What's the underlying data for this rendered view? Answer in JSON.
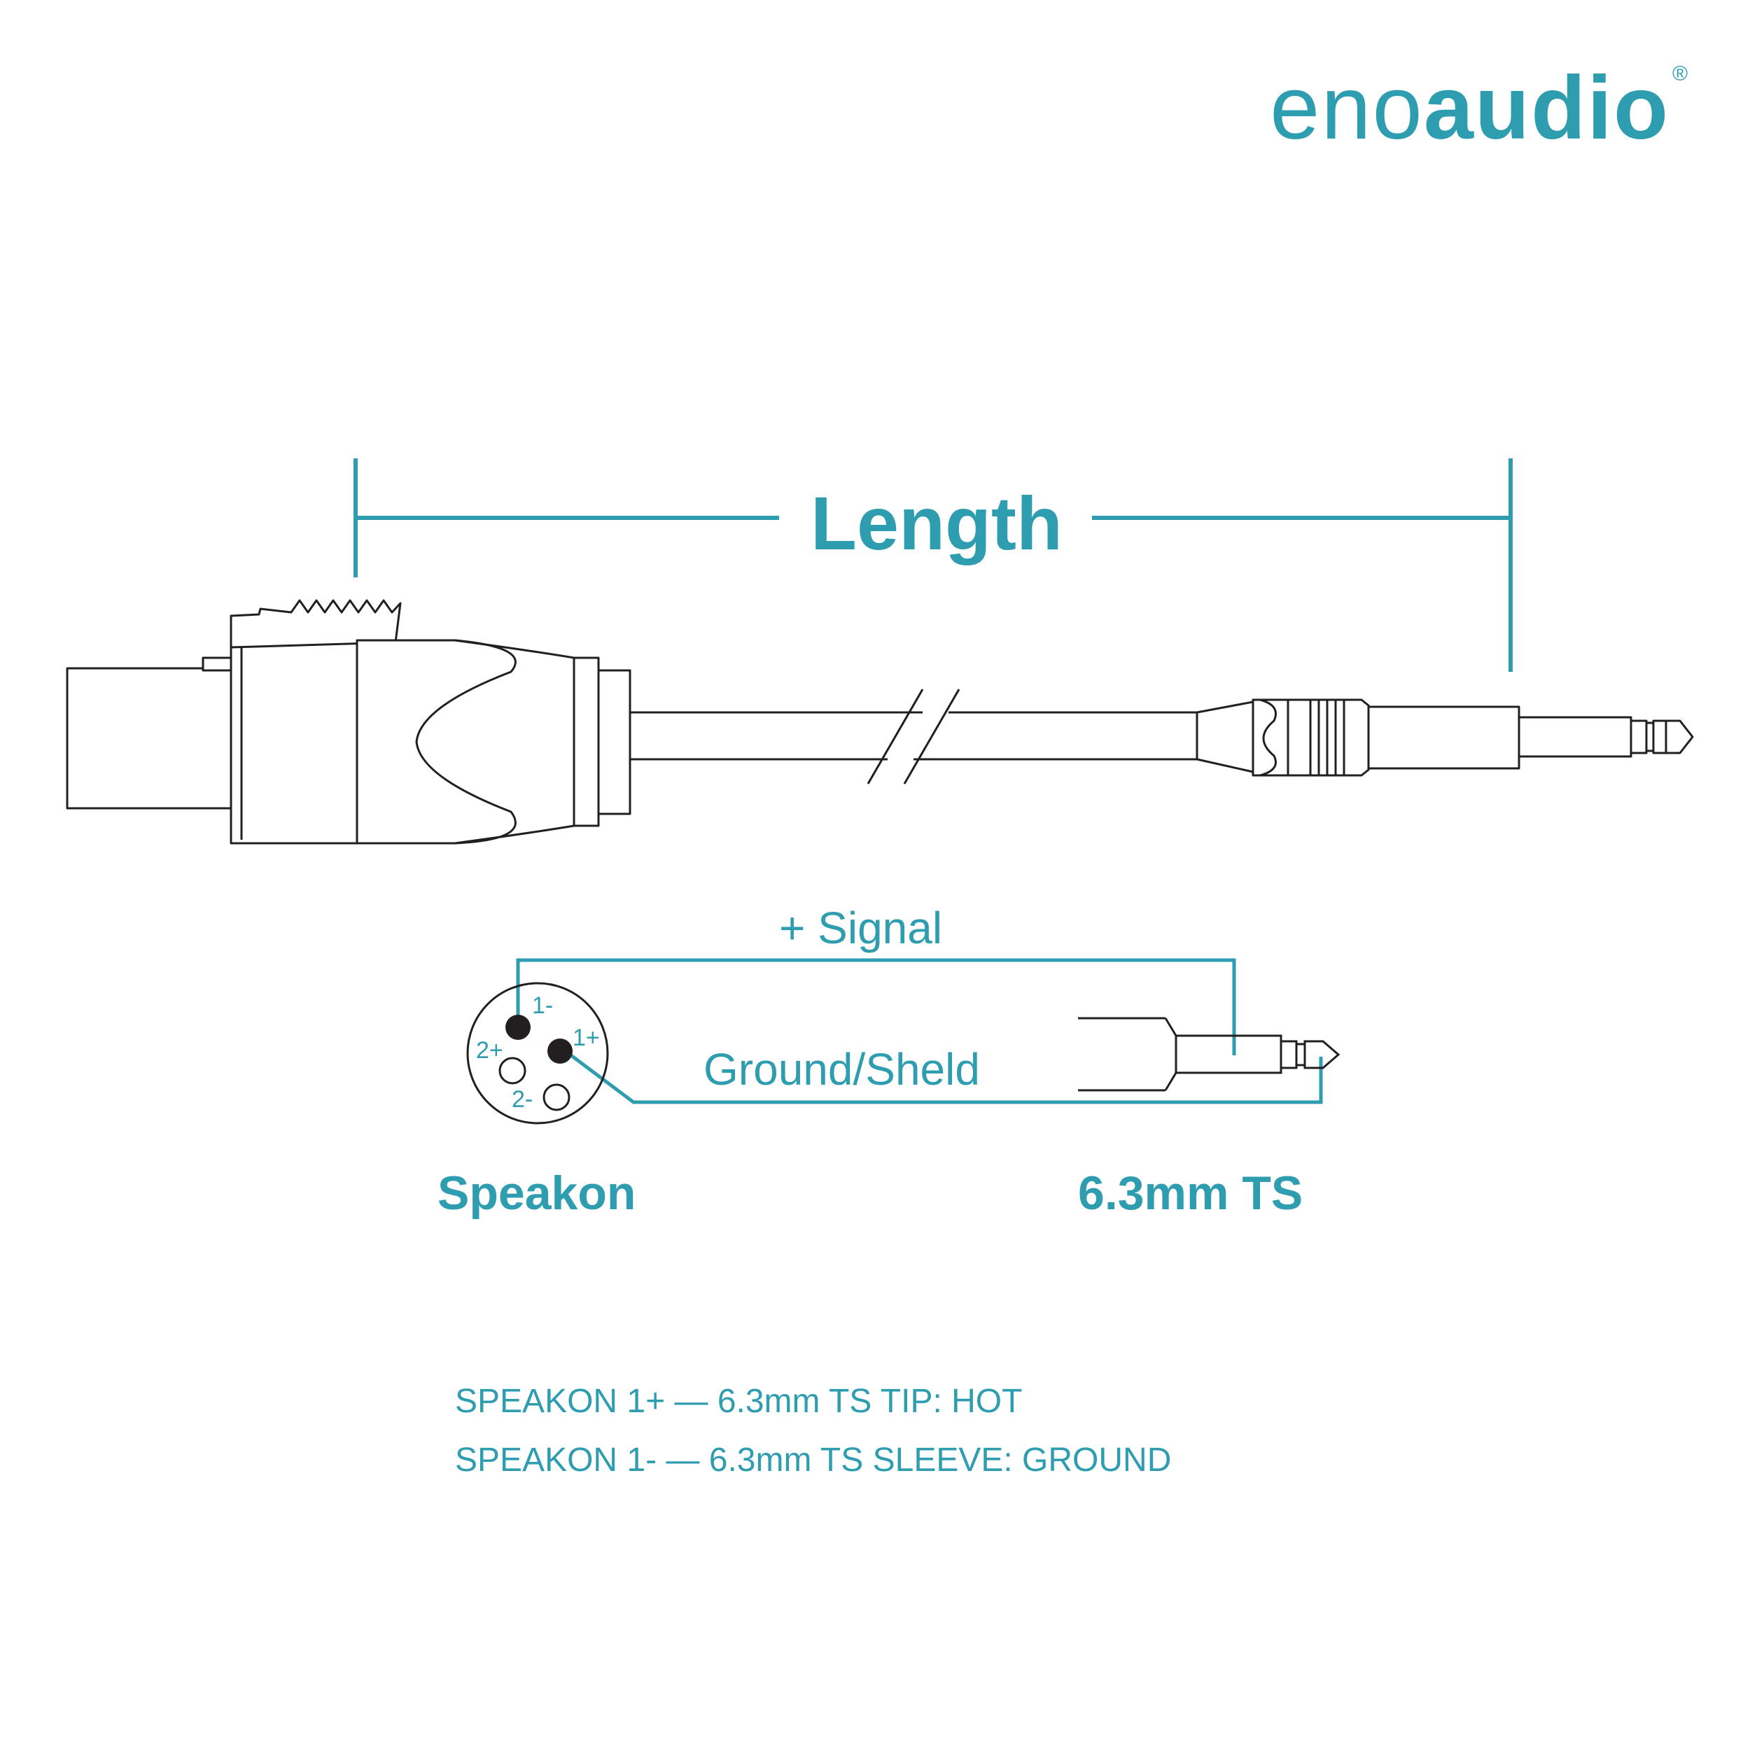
{
  "brand": {
    "logo_light": "eno",
    "logo_bold": "audio",
    "registered_mark": "®"
  },
  "dimension": {
    "label": "Length"
  },
  "wiring": {
    "signal_label": "+ Signal",
    "ground_label": "Ground/Sheld",
    "pins": {
      "one_minus": "1-",
      "one_plus": "1+",
      "two_plus": "2+",
      "two_minus": "2-"
    },
    "left_connector": "Speakon",
    "right_connector": "6.3mm TS"
  },
  "notes": [
    "SPEAKON 1+ — 6.3mm TS TIP: HOT",
    "SPEAKON 1- — 6.3mm TS SLEEVE: GROUND"
  ],
  "colors": {
    "accent": "#2f9db0",
    "outline": "#231f20",
    "background": "#ffffff"
  },
  "icons": {
    "speakon_plug": "speakon-connector-icon",
    "ts_plug": "jack-plug-icon",
    "cable_break": "cable-break-icon"
  }
}
